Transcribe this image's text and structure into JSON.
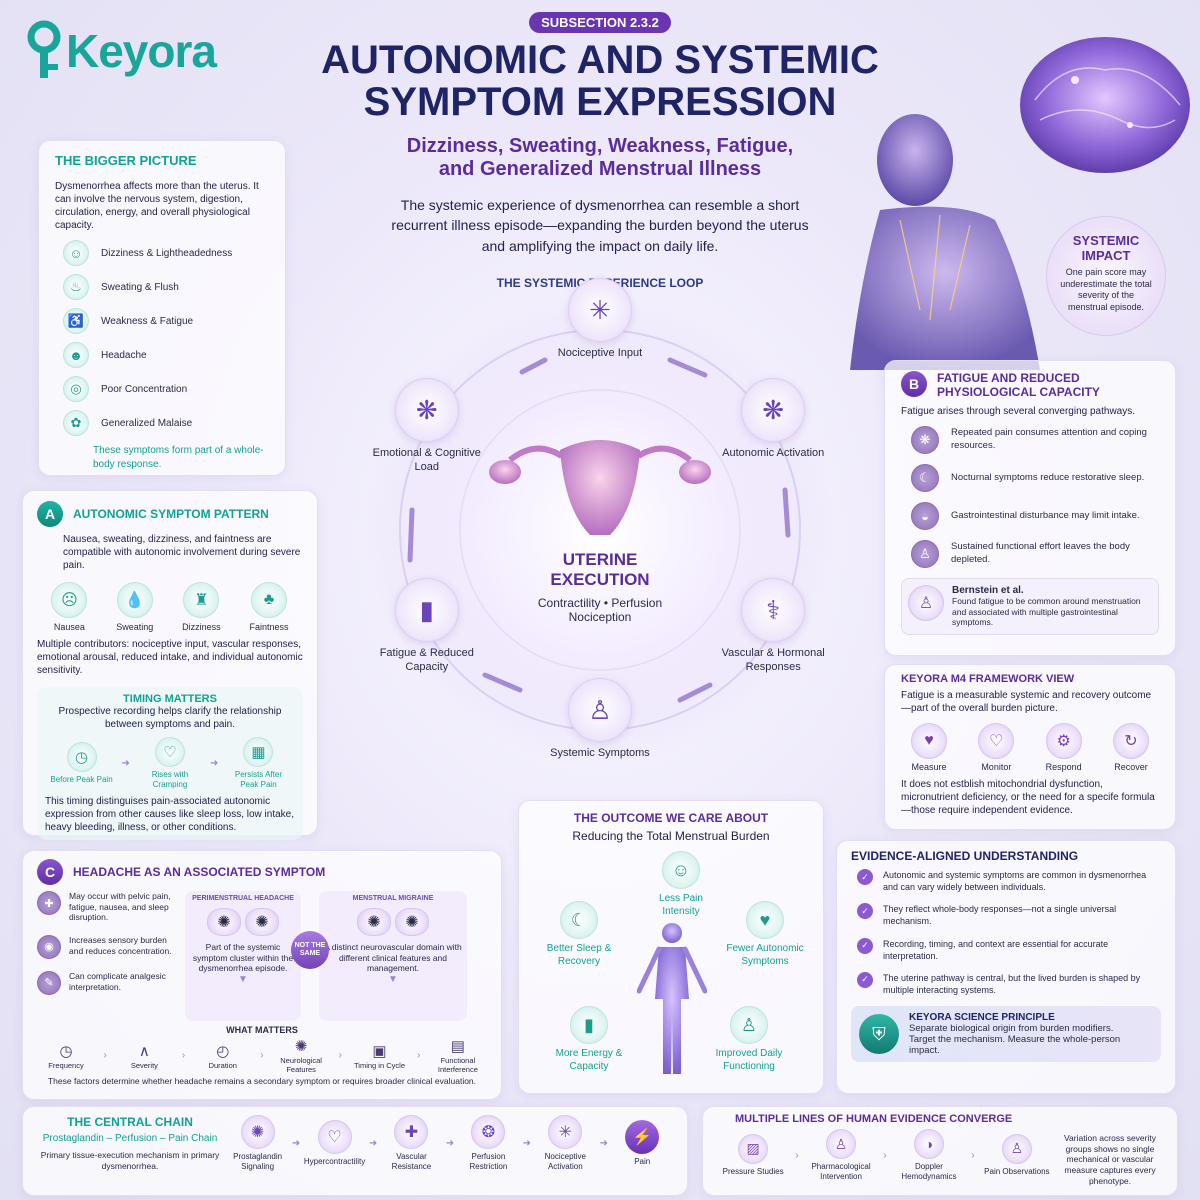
{
  "brand": {
    "logo": "Keyora"
  },
  "header": {
    "subsection": "SUBSECTION 2.3.2",
    "title_line1": "AUTONOMIC AND SYSTEMIC",
    "title_line2": "SYMPTOM EXPRESSION",
    "subtitle_line1": "Dizziness, Sweating, Weakness, Fatigue,",
    "subtitle_line2": "and Generalized Menstrual Illness",
    "intro_line1": "The systemic experience of dysmenorrhea can resemble a short",
    "intro_line2": "recurrent illness episode—expanding the burden beyond the uterus",
    "intro_line3": "and amplifying the impact on daily life."
  },
  "systemic_impact": {
    "title_line1": "SYSTEMIC",
    "title_line2": "IMPACT",
    "text": "One pain score may underestimate the total severity of the menstrual episode."
  },
  "bigger_picture": {
    "title": "THE BIGGER PICTURE",
    "text": "Dysmenorrhea affects more than the uterus. It can involve the nervous system, digestion, circulation, energy, and overall physiological capacity.",
    "items": [
      {
        "label": "Dizziness & Lightheadedness",
        "icon": "dizzy-head-icon"
      },
      {
        "label": "Sweating & Flush",
        "icon": "sweat-figure-icon"
      },
      {
        "label": "Weakness & Fatigue",
        "icon": "weak-figure-icon"
      },
      {
        "label": "Headache",
        "icon": "head-icon"
      },
      {
        "label": "Poor Concentration",
        "icon": "focus-icon"
      },
      {
        "label": "Generalized Malaise",
        "icon": "malaise-icon"
      }
    ],
    "footer": "These symptoms form part of a whole-body response."
  },
  "section_a": {
    "badge": "A",
    "title": "AUTONOMIC SYMPTOM PATTERN",
    "text": "Nausea, sweating, dizziness, and faintness are compatible with autonomic involvement during severe pain.",
    "symptoms": [
      "Nausea",
      "Sweating",
      "Dizziness",
      "Faintness"
    ],
    "contributors": "Multiple contributors: nociceptive input, vascular responses, emotional arousal, reduced intake, and individual autonomic sensitivity.",
    "timing_title": "TIMING MATTERS",
    "timing_text": "Prospective recording helps clarify the relationship between symptoms and pain.",
    "timing_steps": [
      "Before Peak Pain",
      "Rises with Cramping",
      "Persists After Peak Pain"
    ],
    "timing_footer": "This timing distinguises pain-associated autonomic expression from other causes like sleep loss, low intake, heavy bleeding, illness, or other conditions."
  },
  "section_c": {
    "badge": "C",
    "title": "HEADACHE AS AN ASSOCIATED SYMPTOM",
    "points": [
      "May occur with pelvic pain, fatigue, nausea, and sleep disruption.",
      "Increases sensory burden and reduces concentration.",
      "Can complicate analgesic interpretation."
    ],
    "panel_left_title": "PERIMENSTRUAL HEADACHE",
    "panel_left_text": "Part of the systemic symptom cluster within the dysmenorrhea episode.",
    "not_same": "NOT THE SAME",
    "panel_right_title": "MENSTRUAL MIGRAINE",
    "panel_right_text": "A distinct neurovascular domain with different clinical features and management.",
    "what_matters_title": "WHAT MATTERS",
    "what_matters": [
      "Frequency",
      "Severity",
      "Duration",
      "Neurological Features",
      "Timing in Cycle",
      "Functional Interference"
    ],
    "footer": "These factors determine whether headache remains a secondary symptom or requires broader clinical evaluation."
  },
  "loop": {
    "title": "THE SYSTEMIC EXPERIENCE LOOP",
    "center_line1": "UTERINE",
    "center_line2": "EXECUTION",
    "center_sub1": "Contractility • Perfusion",
    "center_sub2": "Nociception",
    "nodes": [
      {
        "label": "Nociceptive Input",
        "icon": "neuron-icon"
      },
      {
        "label": "Autonomic Activation",
        "icon": "brain-icon"
      },
      {
        "label": "Vascular & Hormonal Responses",
        "icon": "vascular-icon"
      },
      {
        "label": "Systemic Symptoms",
        "icon": "body-figure-icon"
      },
      {
        "label": "Fatigue & Reduced Capacity",
        "icon": "battery-icon"
      },
      {
        "label": "Emotional & Cognitive Load",
        "icon": "brain-icon"
      }
    ]
  },
  "section_b": {
    "badge": "B",
    "title_line1": "FATIGUE AND REDUCED",
    "title_line2": "PHYSIOLOGICAL CAPACITY",
    "intro": "Fatigue arises through several converging pathways.",
    "points": [
      "Repeated pain consumes attention and coping resources.",
      "Nocturnal symptoms reduce restorative sleep.",
      "Gastrointestinal disturbance may limit intake.",
      "Sustained functional effort leaves the body depleted."
    ],
    "ref_title": "Bernstein et al.",
    "ref_text": "Found fatigue to be common around menstruation and associated with multiple gastrointestinal symptoms."
  },
  "framework": {
    "title": "KEYORA M4 FRAMEWORK VIEW",
    "text": "Fatigue is a measurable systemic and recovery outcome—part of the overall burden picture.",
    "steps": [
      "Measure",
      "Monitor",
      "Respond",
      "Recover"
    ],
    "footer": "It does not estblish mitochondrial dysfunction, micronutrient deficiency, or the need for a specife formula—those require independent evidence."
  },
  "outcome": {
    "title": "THE OUTCOME WE CARE ABOUT",
    "subtitle": "Reducing the Total Menstrual Burden",
    "items": [
      "Less Pain Intensity",
      "Fewer Autonomic Symptoms",
      "Improved Daily Functioning",
      "More Energy & Capacity",
      "Better Sleep & Recovery"
    ]
  },
  "evidence": {
    "title": "EVIDENCE-ALIGNED UNDERSTANDING",
    "points": [
      "Autonomic and systemic symptoms are common in dysmenorrhea and can vary widely between individuals.",
      "They reflect whole-body responses—not a single universal mechanism.",
      "Recording, timing, and context are essential for accurate interpretation.",
      "The uterine pathway is central, but the lived burden is shaped by multiple interacting systems."
    ],
    "principle_title": "KEYORA SCIENCE PRINCIPLE",
    "principle_line1": "Separate biological origin from burden modifiers.",
    "principle_line2": "Target the mechanism. Measure the whole-person impact."
  },
  "central_chain": {
    "title": "THE CENTRAL CHAIN",
    "formula": "Prostaglandin – Perfusion – Pain Chain",
    "text": "Primary tissue-execution mechanism in primary dysmenorrhea.",
    "steps": [
      "Prostaglandin Signaling",
      "Hypercontractility",
      "Vascular Resistance",
      "Perfusion Restriction",
      "Nociceptive Activation",
      "Pain"
    ]
  },
  "lines_evidence": {
    "title": "MULTIPLE LINES OF HUMAN EVIDENCE CONVERGE",
    "items": [
      "Pressure Studies",
      "Pharmacological Intervention",
      "Doppler Hemodynamics",
      "Pain Observations"
    ],
    "note": "Variation across severity groups shows no single mechanical or vascular measure captures every phenotype."
  },
  "colors": {
    "teal": "#12a294",
    "purple": "#5a2d9a",
    "navy": "#1f2466",
    "accent": "#8b55cc"
  }
}
